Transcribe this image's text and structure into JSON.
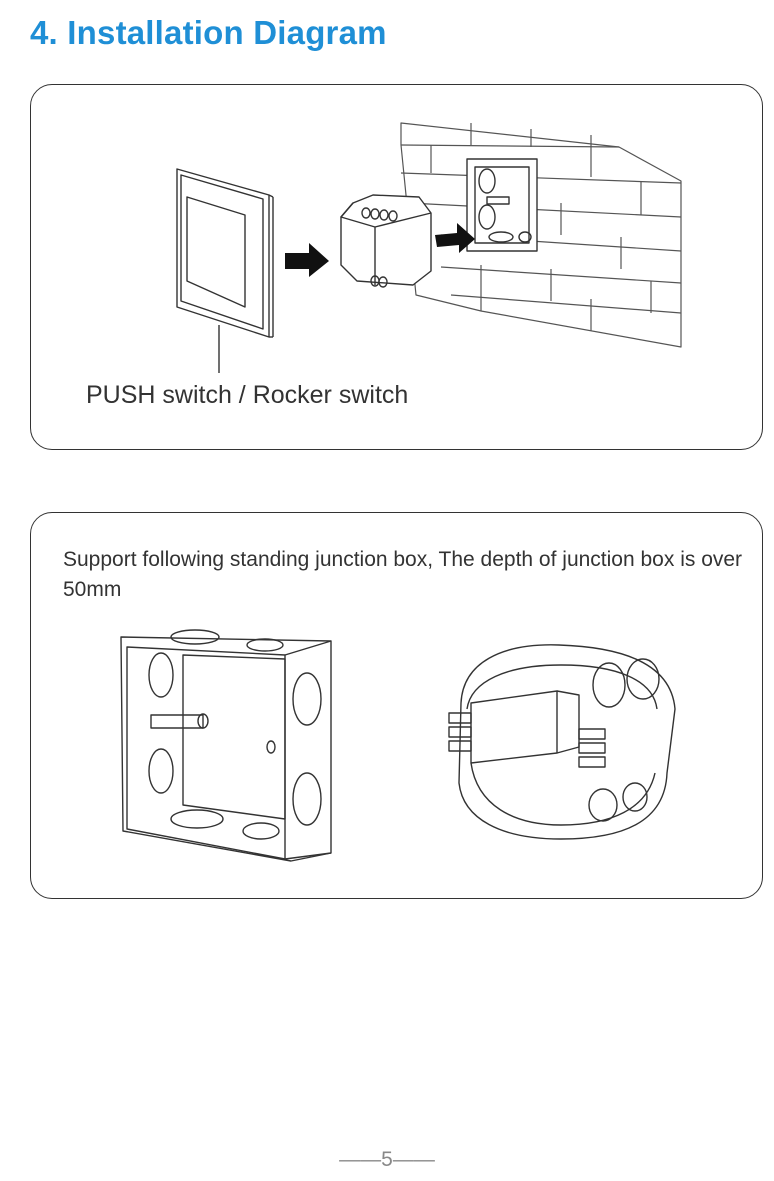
{
  "page": {
    "title": "4. Installation Diagram",
    "page_number": "——5——"
  },
  "installation": {
    "switch_caption": "PUSH switch / Rocker switch"
  },
  "junction": {
    "note": "Support following standing junction box, The depth of junction box is over 50mm"
  },
  "colors": {
    "title": "#1f8fd6",
    "line": "#333333"
  }
}
